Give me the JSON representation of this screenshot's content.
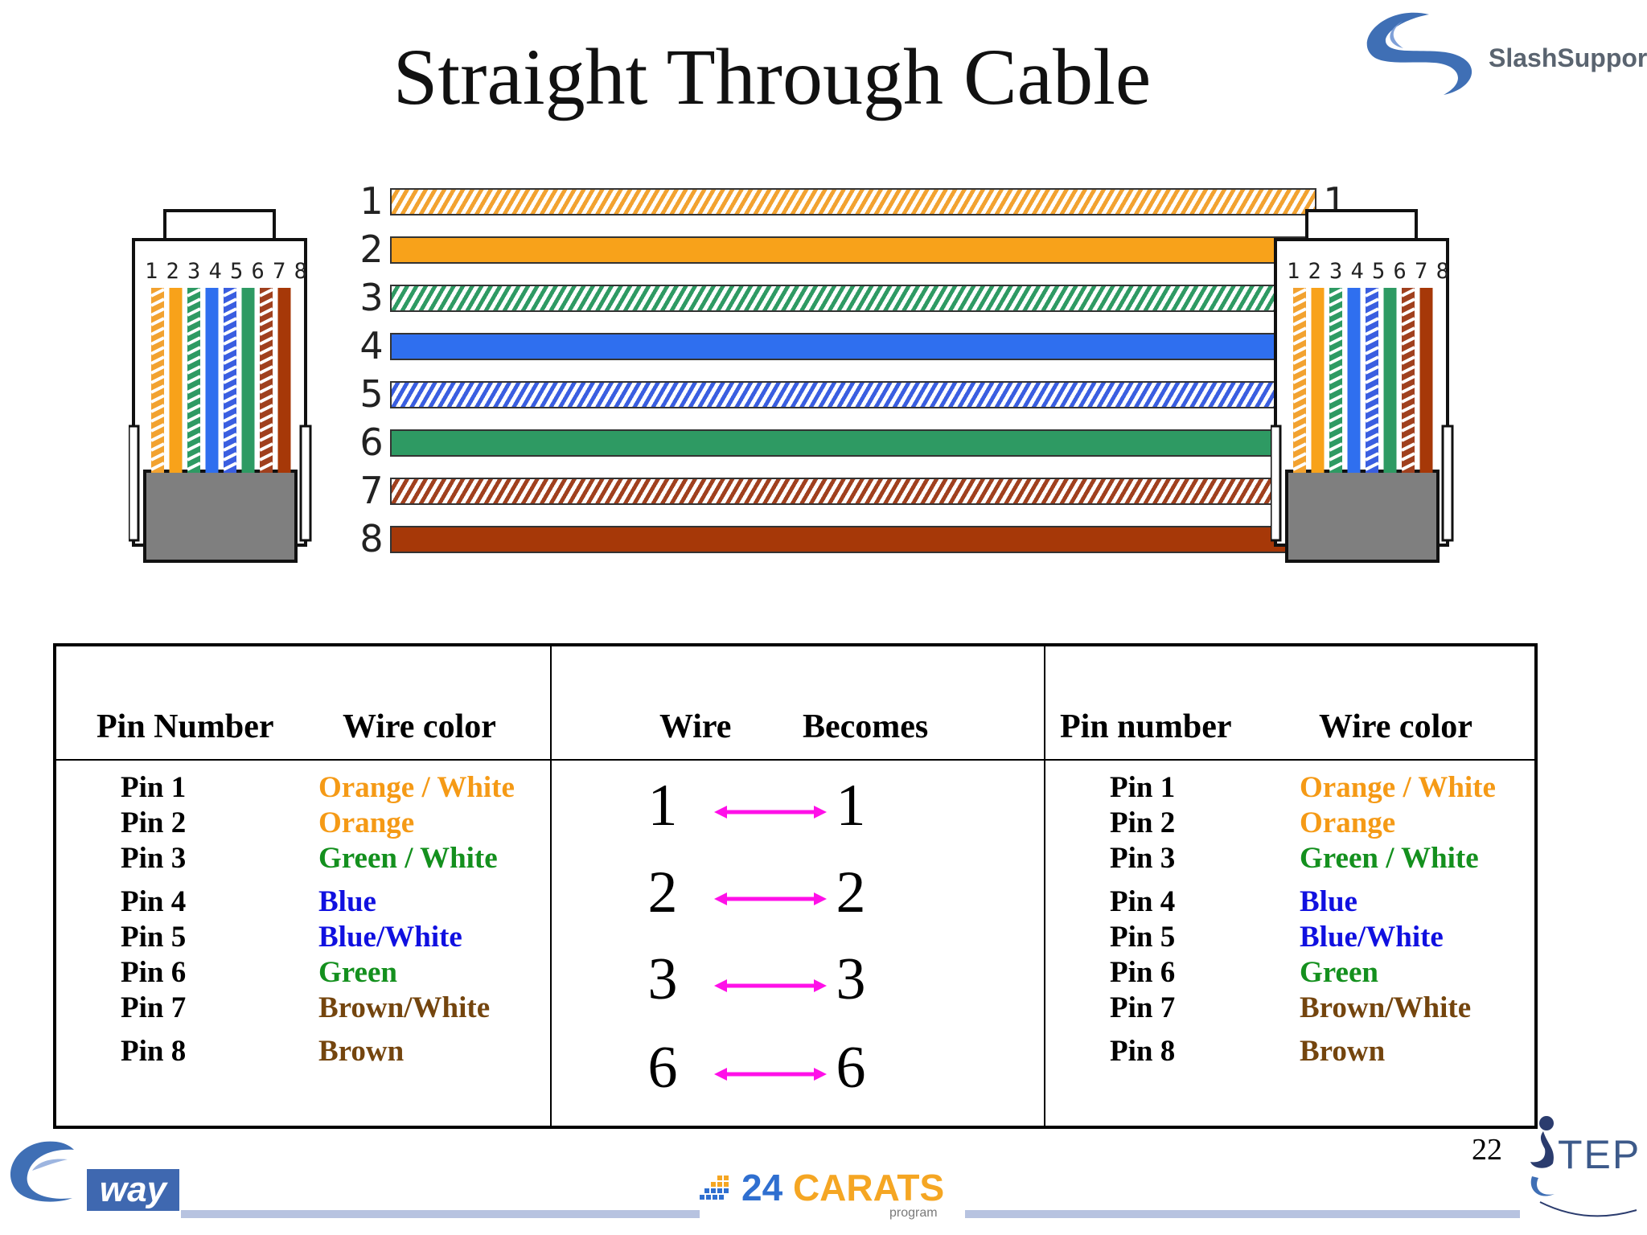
{
  "title": "Straight Through Cable",
  "brand": {
    "name": "SlashSupport"
  },
  "wires": [
    {
      "pin": "1",
      "fill": "#f2a230",
      "striped": true
    },
    {
      "pin": "2",
      "fill": "#f8a21a",
      "striped": false
    },
    {
      "pin": "3",
      "fill": "#2e9a63",
      "striped": true
    },
    {
      "pin": "4",
      "fill": "#2f6fef",
      "striped": false
    },
    {
      "pin": "5",
      "fill": "#3a5ee0",
      "striped": true
    },
    {
      "pin": "6",
      "fill": "#2e9a63",
      "striped": false
    },
    {
      "pin": "7",
      "fill": "#a0401e",
      "striped": true
    },
    {
      "pin": "8",
      "fill": "#a63808",
      "striped": false
    }
  ],
  "connector_pins": "1 2 3 4 5 6 7 8",
  "table": {
    "left": {
      "header_pin": "Pin Number",
      "header_color": "Wire color",
      "rows": [
        {
          "pin": "Pin 1",
          "color": "Orange / White",
          "hex": "#f59a16"
        },
        {
          "pin": "Pin 2",
          "color": "Orange",
          "hex": "#f59a16"
        },
        {
          "pin": "Pin 3",
          "color": "Green / White",
          "hex": "#14901e"
        },
        {
          "pin": "Pin 4",
          "color": "Blue",
          "hex": "#1010e0"
        },
        {
          "pin": "Pin 5",
          "color": "Blue/White",
          "hex": "#1010e0"
        },
        {
          "pin": "Pin 6",
          "color": "Green",
          "hex": "#14901e"
        },
        {
          "pin": "Pin 7",
          "color": "Brown/White",
          "hex": "#74450e"
        },
        {
          "pin": "Pin 8",
          "color": "Brown",
          "hex": "#74450e"
        }
      ]
    },
    "middle": {
      "header_wire": "Wire",
      "header_becomes": "Becomes",
      "pairs": [
        {
          "from": "1",
          "to": "1"
        },
        {
          "from": "2",
          "to": "2"
        },
        {
          "from": "3",
          "to": "3"
        },
        {
          "from": "6",
          "to": "6"
        }
      ],
      "arrow_color": "#ff10e8"
    },
    "right": {
      "header_pin": "Pin number",
      "header_color": "Wire color",
      "rows": [
        {
          "pin": "Pin 1",
          "color": "Orange / White",
          "hex": "#f59a16"
        },
        {
          "pin": "Pin 2",
          "color": "Orange",
          "hex": "#f59a16"
        },
        {
          "pin": "Pin 3",
          "color": "Green / White",
          "hex": "#14901e"
        },
        {
          "pin": "Pin 4",
          "color": "Blue",
          "hex": "#1010e0"
        },
        {
          "pin": "Pin 5",
          "color": "Blue/White",
          "hex": "#1010e0"
        },
        {
          "pin": "Pin 6",
          "color": "Green",
          "hex": "#14901e"
        },
        {
          "pin": "Pin 7",
          "color": "Brown/White",
          "hex": "#74450e"
        },
        {
          "pin": "Pin 8",
          "color": "Brown",
          "hex": "#74450e"
        }
      ]
    }
  },
  "footer": {
    "page_number": "22",
    "way_logo": "way",
    "carats_logo": "24 CARATS",
    "carats_sub": "program",
    "step_logo": "TEP",
    "carats_color": "#f5a623",
    "carats_num_color": "#2f6fd0"
  }
}
